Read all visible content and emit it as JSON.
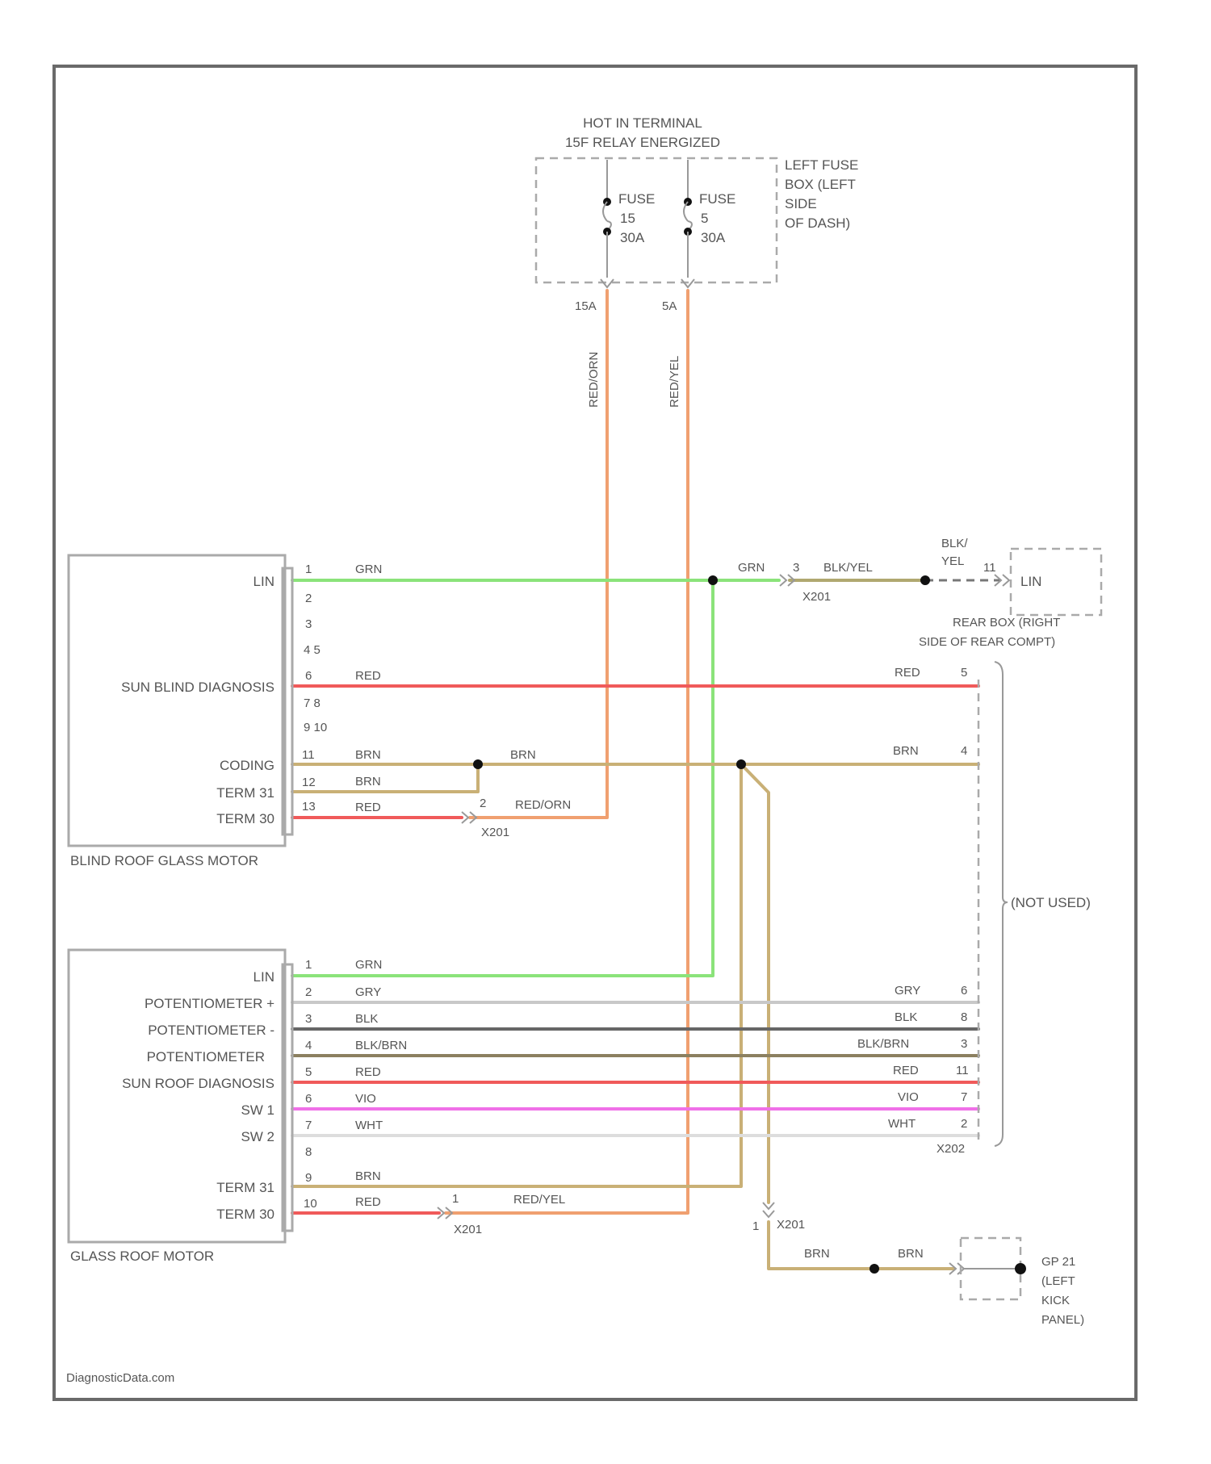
{
  "colors": {
    "GRN": "#8be37a",
    "RED": "#f05a5a",
    "BRN": "#c9b076",
    "ORG": "#f0a070",
    "GRY": "#c8c8c8",
    "BLK": "#666666",
    "BLK_BRN": "#8c8060",
    "VIO": "#f070e8",
    "WHT": "#dddddd",
    "BLK_YEL": "#b0a870"
  },
  "header": {
    "line1": "HOT IN TERMINAL",
    "line2": "15F RELAY ENERGIZED"
  },
  "fuse_box": {
    "label": [
      "LEFT FUSE",
      "BOX (LEFT",
      "SIDE",
      "OF DASH)"
    ],
    "fuses": [
      {
        "name": "FUSE",
        "num": "15",
        "amp": "30A",
        "terminal": "15A"
      },
      {
        "name": "FUSE",
        "num": "5",
        "amp": "30A",
        "terminal": "5A"
      }
    ],
    "wire_labels": [
      "RED/ORN",
      "RED/YEL"
    ]
  },
  "blind_motor": {
    "title": "BLIND ROOF GLASS MOTOR",
    "labels": {
      "lin": "LIN",
      "diag": "SUN BLIND DIAGNOSIS",
      "coding": "CODING",
      "t31": "TERM 31",
      "t30": "TERM 30"
    },
    "pins": {
      "p1": "1",
      "p2": "2",
      "p3": "3",
      "p45": "4  5",
      "p6": "6",
      "p78": "7  8",
      "p910": "9  10",
      "p11": "11",
      "p12": "12",
      "p13": "13"
    },
    "wires": {
      "lin": "GRN",
      "diag": "RED",
      "coding": "BRN",
      "t31": "BRN",
      "t30": "RED",
      "coding_splice": "BRN",
      "t30_x": "RED/ORN"
    }
  },
  "glass_motor": {
    "title": "GLASS ROOF MOTOR",
    "labels": {
      "lin": "LIN",
      "pot_plus": "POTENTIOMETER +",
      "pot_minus": "POTENTIOMETER -",
      "pot": "POTENTIOMETER",
      "diag": "SUN ROOF DIAGNOSIS",
      "sw1": "SW 1",
      "sw2": "SW 2",
      "t31": "TERM 31",
      "t30": "TERM 30"
    },
    "pins": {
      "p1": "1",
      "p2": "2",
      "p3": "3",
      "p4": "4",
      "p5": "5",
      "p6": "6",
      "p7": "7",
      "p8": "8",
      "p9": "9",
      "p10": "10"
    },
    "wires": {
      "lin": "GRN",
      "pot_plus": "GRY",
      "pot_minus": "BLK",
      "pot": "BLK/BRN",
      "diag": "RED",
      "sw1": "VIO",
      "sw2": "WHT",
      "t31": "BRN",
      "t30": "RED",
      "t30_x": "RED/YEL"
    }
  },
  "right_connector": {
    "name": "X202",
    "not_used": "(NOT USED)",
    "rows": [
      {
        "wire": "RED",
        "pin": "5"
      },
      {
        "wire": "BRN",
        "pin": "4"
      },
      {
        "wire": "GRY",
        "pin": "6"
      },
      {
        "wire": "BLK",
        "pin": "8"
      },
      {
        "wire": "BLK/BRN",
        "pin": "3"
      },
      {
        "wire": "RED",
        "pin": "11"
      },
      {
        "wire": "VIO",
        "pin": "7"
      },
      {
        "wire": "WHT",
        "pin": "2"
      }
    ]
  },
  "lin_branch": {
    "wire_grn": "GRN",
    "pin": "3",
    "wire_blk_yel": "BLK/YEL",
    "connector": "X201",
    "wire_right": [
      "BLK/",
      "YEL"
    ],
    "pin_right": "11",
    "module_lin": "LIN",
    "module_label": [
      "REAR BOX (RIGHT",
      "SIDE OF REAR COMPT)"
    ]
  },
  "x201_labels": {
    "blind": {
      "pin": "2",
      "name": "X201"
    },
    "glass": {
      "pin": "1",
      "name": "X201"
    },
    "ground": {
      "pin": "1",
      "name": "X201"
    }
  },
  "ground": {
    "wire1": "BRN",
    "wire2": "BRN",
    "label": [
      "GP 21",
      "(LEFT",
      "KICK",
      "PANEL)"
    ]
  },
  "watermark": "DiagnosticData.com"
}
